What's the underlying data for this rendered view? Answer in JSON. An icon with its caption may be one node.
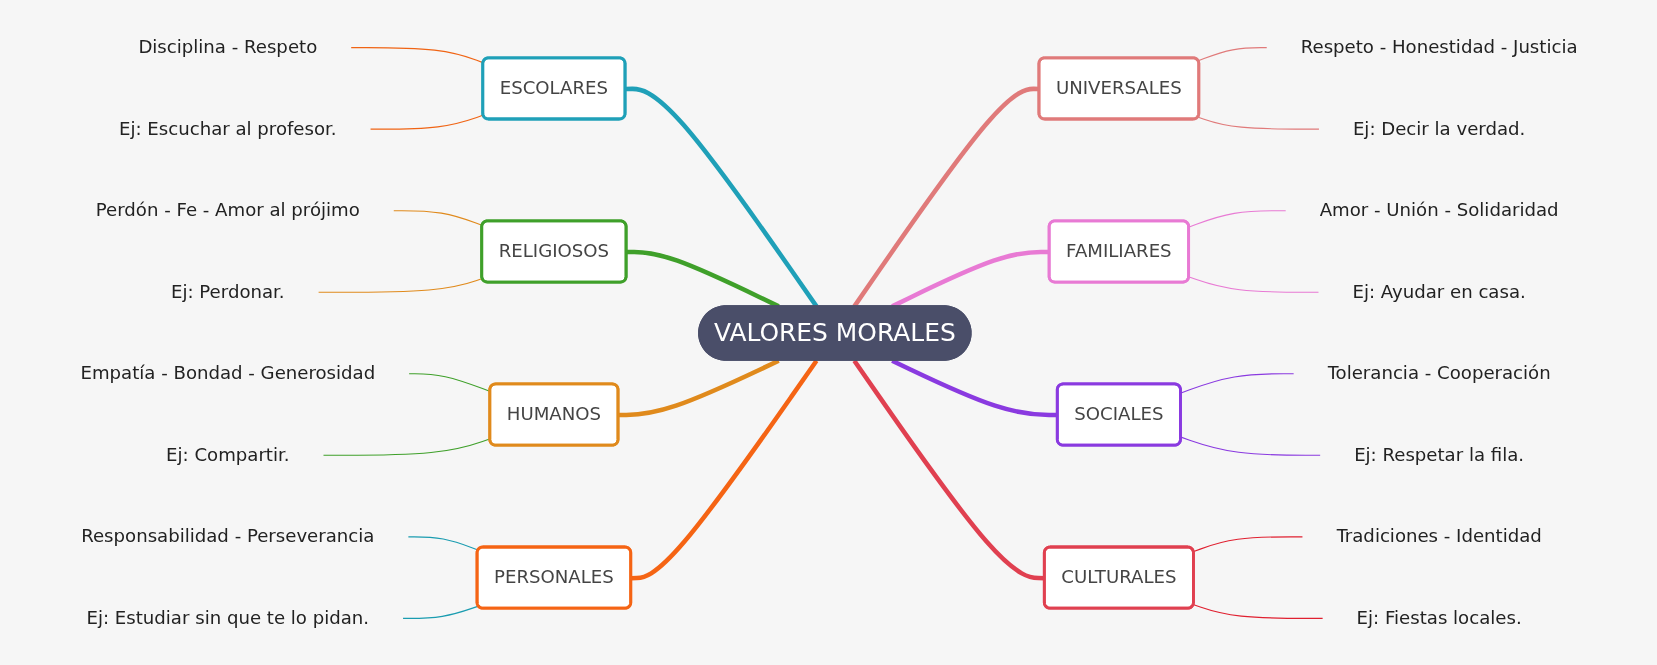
{
  "diagram": {
    "nodes": [
      {
        "text": [
          "VALORES MORALES"
        ]
      },
      {
        "text": [
          "ESCOLARES"
        ]
      },
      {
        "text": [
          "Disciplina - Respeto"
        ]
      },
      {
        "text": [
          "Ej: Escuchar al profesor."
        ]
      },
      {
        "text": [
          "RELIGIOSOS"
        ]
      },
      {
        "text": [
          "Perdón - Fe - Amor al prójimo"
        ]
      },
      {
        "text": [
          "Ej: Perdonar."
        ]
      },
      {
        "text": [
          "HUMANOS"
        ]
      },
      {
        "text": [
          "Empatía - Bondad - Generosidad"
        ]
      },
      {
        "text": [
          "Ej: Compartir."
        ]
      },
      {
        "text": [
          "PERSONALES"
        ]
      },
      {
        "text": [
          "Responsabilidad - Perseverancia"
        ]
      },
      {
        "text": [
          "Ej: Estudiar sin que te lo pidan."
        ]
      },
      {
        "text": [
          "UNIVERSALES"
        ]
      },
      {
        "text": [
          "Respeto - Honestidad - Justicia"
        ]
      },
      {
        "text": [
          "Ej: Decir la verdad."
        ]
      },
      {
        "text": [
          "FAMILIARES"
        ]
      },
      {
        "text": [
          "Amor - Unión - Solidaridad"
        ]
      },
      {
        "text": [
          "Ej: Ayudar en casa."
        ]
      },
      {
        "text": [
          "SOCIALES"
        ]
      },
      {
        "text": [
          "Tolerancia - Cooperación"
        ]
      },
      {
        "text": [
          "Ej: Respetar la fila."
        ]
      },
      {
        "text": [
          "CULTURALES"
        ]
      },
      {
        "text": [
          "Tradiciones - Identidad"
        ]
      },
      {
        "text": [
          "Ej: Fiestas locales."
        ]
      }
    ],
    "edges": [
      {
        "from": 1,
        "to": 0,
        "arrow": "none",
        "style": "thick",
        "color": "#1fa0b8"
      },
      {
        "from": 2,
        "to": 1,
        "arrow": "none",
        "color": "#f06414"
      },
      {
        "from": 3,
        "to": 1,
        "arrow": "none",
        "color": "#f06414"
      },
      {
        "from": 4,
        "to": 0,
        "arrow": "none",
        "style": "thick",
        "color": "#3fa02a"
      },
      {
        "from": 5,
        "to": 4,
        "arrow": "none",
        "color": "#e08a1c"
      },
      {
        "from": 6,
        "to": 4,
        "arrow": "none",
        "color": "#e08a1c"
      },
      {
        "from": 7,
        "to": 0,
        "arrow": "none",
        "style": "thick",
        "color": "#e08a1c"
      },
      {
        "from": 8,
        "to": 7,
        "arrow": "none",
        "color": "#3fa02a"
      },
      {
        "from": 9,
        "to": 7,
        "arrow": "none",
        "color": "#3fa02a"
      },
      {
        "from": 10,
        "to": 0,
        "arrow": "none",
        "style": "thick",
        "color": "#f56414"
      },
      {
        "from": 11,
        "to": 10,
        "arrow": "none",
        "color": "#1a9cb0"
      },
      {
        "from": 12,
        "to": 10,
        "arrow": "none",
        "color": "#1a9cb0"
      },
      {
        "from": 0,
        "to": 13,
        "arrow": "none",
        "style": "thick",
        "color": "#e07a7a"
      },
      {
        "from": 13,
        "to": 14,
        "arrow": "none",
        "color": "#e07a7a"
      },
      {
        "from": 13,
        "to": 15,
        "arrow": "none",
        "color": "#e07a7a"
      },
      {
        "from": 0,
        "to": 16,
        "arrow": "none",
        "style": "thick",
        "color": "#e87ad4"
      },
      {
        "from": 16,
        "to": 17,
        "arrow": "none",
        "color": "#e87ad4"
      },
      {
        "from": 16,
        "to": 18,
        "arrow": "none",
        "color": "#e87ad4"
      },
      {
        "from": 0,
        "to": 19,
        "arrow": "none",
        "style": "thick",
        "color": "#8a3ae0"
      },
      {
        "from": 19,
        "to": 20,
        "arrow": "none",
        "color": "#8a3ae0"
      },
      {
        "from": 19,
        "to": 21,
        "arrow": "none",
        "color": "#8a3ae0"
      },
      {
        "from": 0,
        "to": 22,
        "arrow": "none",
        "style": "thick",
        "color": "#e04050"
      },
      {
        "from": 22,
        "to": 23,
        "arrow": "none",
        "color": "#e02030"
      },
      {
        "from": 22,
        "to": 24,
        "arrow": "none",
        "color": "#e02030"
      }
    ]
  }
}
